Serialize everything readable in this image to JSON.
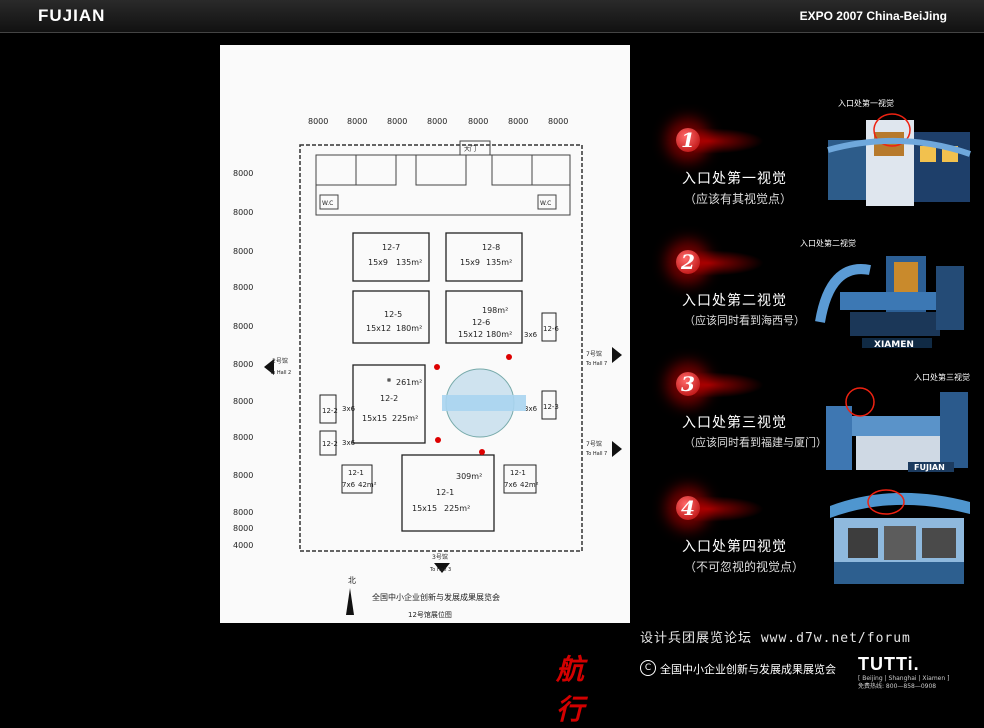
{
  "header": {
    "brand": "FUJIAN",
    "event": "EXPO 2007  China-BeiJing"
  },
  "floorplan": {
    "dims_top": [
      "8000",
      "8000",
      "8000",
      "8000",
      "8000",
      "8000",
      "8000"
    ],
    "dims_left": [
      "8000",
      "8000",
      "8000",
      "8000",
      "8000",
      "8000",
      "8000",
      "8000",
      "8000",
      "8000",
      "8000",
      "4000"
    ],
    "halls": [
      {
        "id": "12-7",
        "size": "15x9",
        "area": "135m²"
      },
      {
        "id": "12-8",
        "size": "15x9",
        "area": "135m²"
      },
      {
        "id": "12-5",
        "size": "15x12",
        "area": "180m²"
      },
      {
        "id": "12-6",
        "size": "15x12",
        "area": "180m²",
        "extra": "198m²"
      },
      {
        "id": "12-2",
        "size": "15x15",
        "area": "225m²",
        "extra": "261m²"
      },
      {
        "id": "12-1",
        "size": "15x15",
        "area": "225m²",
        "extra": "309m²"
      }
    ],
    "small_left": [
      {
        "id": "12-2"
      },
      {
        "id": "12-2"
      },
      {
        "id": "12-1",
        "size": "7x6",
        "area": "42m²"
      }
    ],
    "small_right": [
      {
        "id": "12-6"
      },
      {
        "id": "12-3"
      },
      {
        "id": "12-1",
        "size": "7x6",
        "area": "42m²"
      }
    ],
    "dim_3x6": "3x6",
    "wc": "W.C",
    "entrance_top": "大门",
    "gates": {
      "left": "2号馆",
      "left_en": "To Hall 2",
      "right_top": "7号馆",
      "right_top_en": "To Hall 7",
      "right_bottom": "7号馆",
      "right_bottom_en": "To Hall 7",
      "bottom": "3号馆",
      "bottom_en": "To Hall 3"
    },
    "north": "北",
    "caption": "全国中小企业创新与发展成果展览会",
    "caption2": "12号馆展位图"
  },
  "visuals": [
    {
      "num": "1",
      "title": "入口处第一视觉",
      "sub": "（应该有其视觉点）",
      "caption": "入口处第一视觉"
    },
    {
      "num": "2",
      "title": "入口处第二视觉",
      "sub": "（应该同时看到海西号）",
      "caption": "入口处第二视觉"
    },
    {
      "num": "3",
      "title": "入口处第三视觉",
      "sub": "（应该同时看到福建与厦门）",
      "caption": "入口处第三视觉"
    },
    {
      "num": "4",
      "title": "入口处第四视觉",
      "sub": "（不可忽视的视觉点）",
      "caption": ""
    }
  ],
  "booth_signs": {
    "xiamen": "XIAMEN",
    "fujian": "FUJIAN"
  },
  "watermark": "设计兵团展览论坛 www.d7w.net/forum",
  "footer": {
    "calligraphy": "航行",
    "copyright": "C",
    "text": "全国中小企业创新与发展成果展览会",
    "company": "TUTTi.",
    "company_sub": "[ Beijing | Shanghai | Xiamen ]",
    "hotline": "免费热线: 800—858—0908"
  },
  "colors": {
    "accent": "#d30000",
    "background": "#000000",
    "paper": "#fafafa"
  }
}
